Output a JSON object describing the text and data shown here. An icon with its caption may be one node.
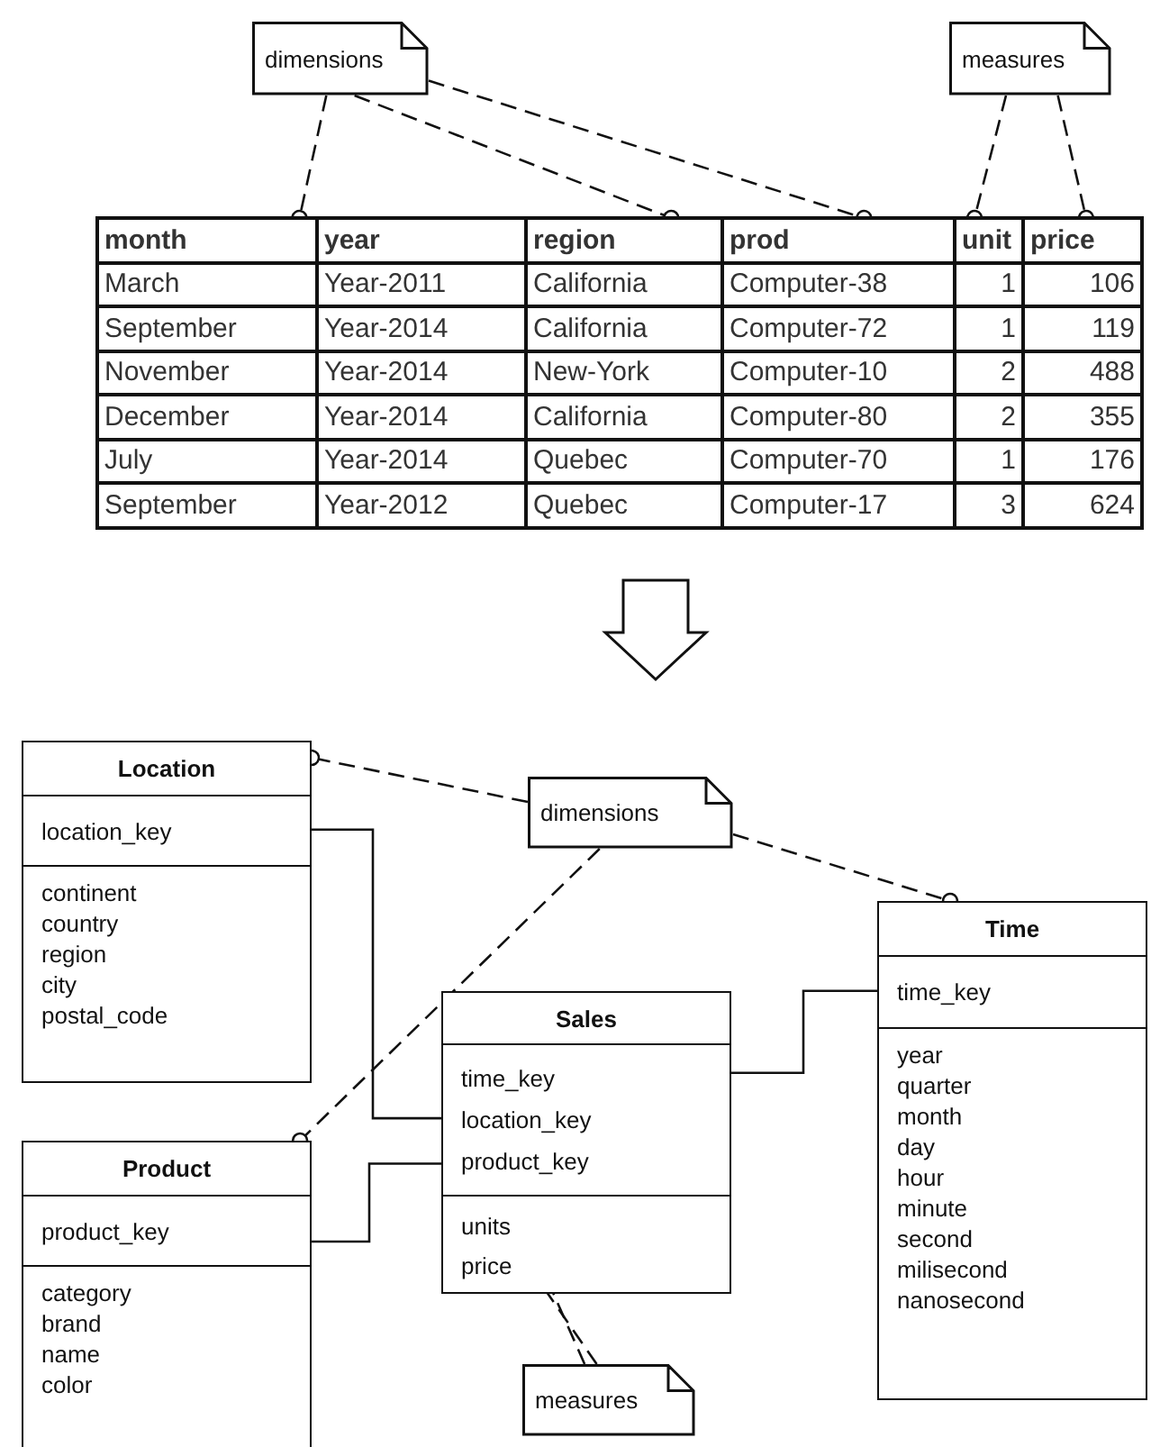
{
  "diagram": {
    "nodes": [
      {
        "text": [
          "dimensions"
        ]
      },
      {
        "text": [
          "measures"
        ]
      },
      {
        "text": [
          "month"
        ]
      },
      {
        "text": [
          "year"
        ]
      },
      {
        "text": [
          "region"
        ]
      },
      {
        "text": [
          "prod"
        ]
      },
      {
        "text": [
          "unit"
        ]
      },
      {
        "text": [
          "price"
        ]
      },
      {
        "text": [
          "Location",
          "location_key",
          "continent country region city postal_code"
        ]
      },
      {
        "text": [
          "dimensions"
        ]
      },
      {
        "text": [
          "Time",
          "time_key",
          "year quarter month day hour minute second milisecond nanosecond"
        ]
      },
      {
        "text": [
          "Sales",
          "time_key location_key product_key",
          "units price"
        ]
      },
      {
        "text": [
          "Product",
          "product_key",
          "category brand name color"
        ]
      },
      {
        "text": [
          "measures"
        ]
      }
    ],
    "edges": [
      {
        "from": 0,
        "to": 2,
        "arrow": "other",
        "style": "dashed"
      },
      {
        "from": 0,
        "to": 4,
        "arrow": "other",
        "style": "dashed"
      },
      {
        "from": 0,
        "to": 5,
        "arrow": "other",
        "style": "dashed"
      },
      {
        "from": 1,
        "to": 6,
        "arrow": "other",
        "style": "dashed"
      },
      {
        "from": 1,
        "to": 7,
        "arrow": "other",
        "style": "dashed"
      },
      {
        "from": 9,
        "to": 8,
        "arrow": "other",
        "style": "dashed"
      },
      {
        "from": 9,
        "to": 10,
        "arrow": "other",
        "style": "dashed"
      },
      {
        "from": 9,
        "to": 12,
        "arrow": "other",
        "style": "dashed"
      },
      {
        "from": 8,
        "to": 11,
        "arrow": "none"
      },
      {
        "from": 10,
        "to": 11,
        "arrow": "none"
      },
      {
        "from": 12,
        "to": 11,
        "arrow": "none"
      },
      {
        "from": 13,
        "to": 11,
        "arrow": "other",
        "style": "dashed"
      },
      {
        "from": 13,
        "to": 11,
        "arrow": "other",
        "style": "dashed"
      }
    ],
    "labels": [
      "March",
      "Year-2011",
      "California",
      "Computer-38",
      "1",
      "106",
      "September",
      "Year-2014",
      "California",
      "Computer-72",
      "1",
      "119",
      "November",
      "Year-2014",
      "New-York",
      "Computer-10",
      "2",
      "488",
      "December",
      "Year-2014",
      "California",
      "Computer-80",
      "2",
      "355",
      "July",
      "Year-2014",
      "Quebec",
      "Computer-70",
      "1",
      "176",
      "September",
      "Year-2012",
      "Quebec",
      "Computer-17",
      "3",
      "624"
    ]
  }
}
